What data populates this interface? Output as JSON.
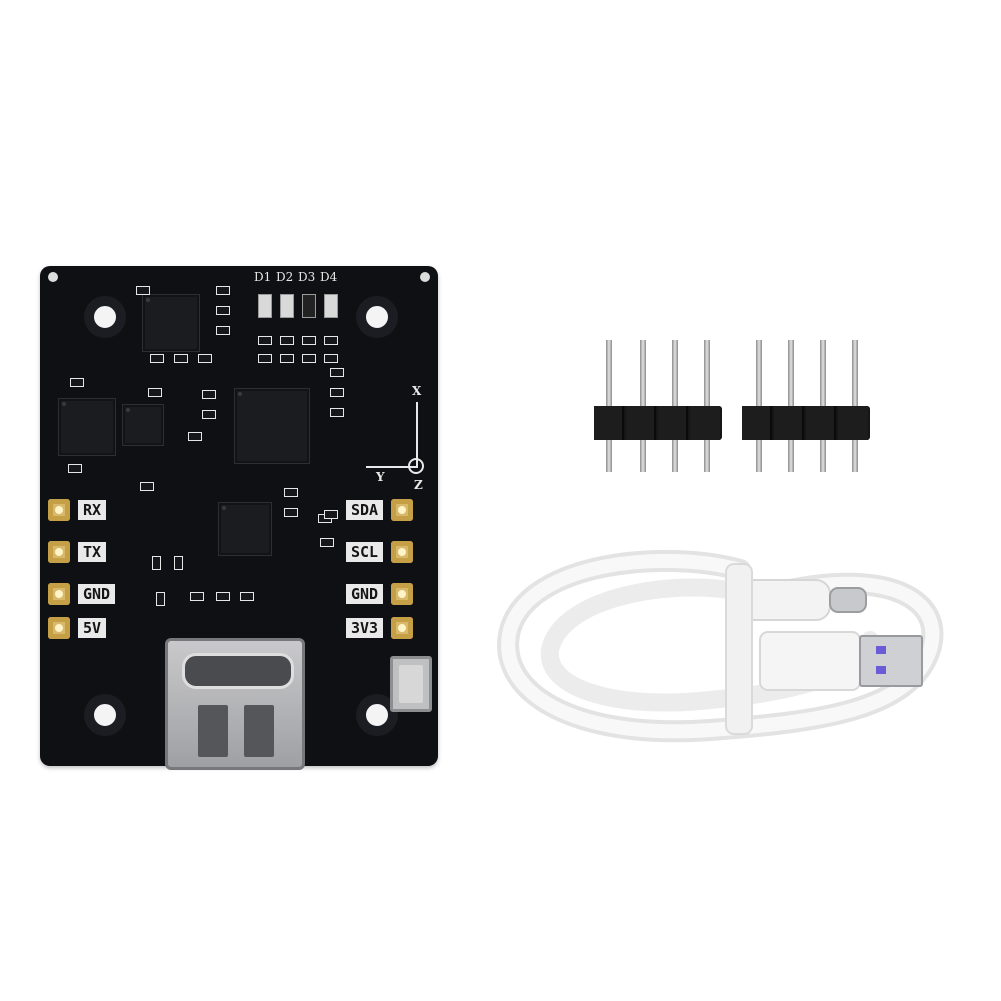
{
  "board": {
    "left_pins": [
      "RX",
      "TX",
      "GND",
      "5V"
    ],
    "right_pins": [
      "SDA",
      "SCL",
      "GND",
      "3V3"
    ],
    "led_labels": [
      "D1",
      "D2",
      "D3",
      "D4"
    ],
    "axis_labels": [
      "X",
      "Y",
      "Z"
    ]
  },
  "colors": {
    "pcb": "#0f1013",
    "gold_pad": "#d8b86a",
    "label_bg": "#e9e9ea",
    "cable": "#f2f2f2"
  }
}
